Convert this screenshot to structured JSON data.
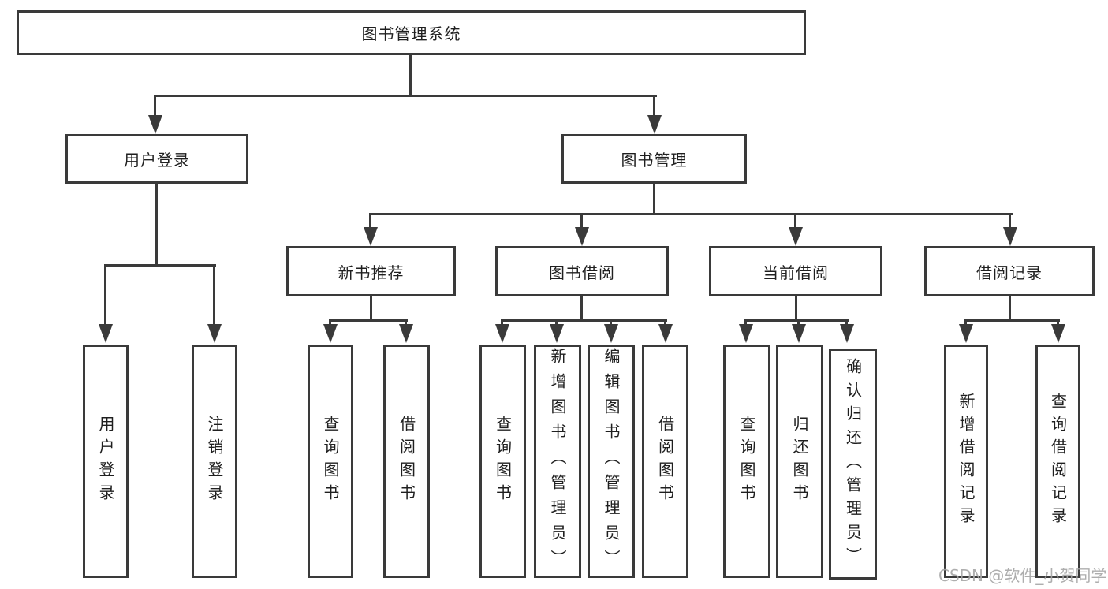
{
  "diagram": {
    "root": {
      "label": "图书管理系统"
    },
    "level2": [
      {
        "label": "用户登录"
      },
      {
        "label": "图书管理"
      }
    ],
    "level3": [
      {
        "label": "新书推荐"
      },
      {
        "label": "图书借阅"
      },
      {
        "label": "当前借阅"
      },
      {
        "label": "借阅记录"
      }
    ],
    "leaves": {
      "user_login": [
        {
          "label": "用户登录"
        },
        {
          "label": "注销登录"
        }
      ],
      "new_book": [
        {
          "label": "查询图书"
        },
        {
          "label": "借阅图书"
        }
      ],
      "book_borrow": [
        {
          "label": "查询图书"
        },
        {
          "label": "新增图书（管理员）"
        },
        {
          "label": "编辑图书（管理员）"
        },
        {
          "label": "借阅图书"
        }
      ],
      "current_borrow": [
        {
          "label": "查询图书"
        },
        {
          "label": "归还图书"
        },
        {
          "label": "确认归还（管理员）"
        }
      ],
      "borrow_records": [
        {
          "label": "新增借阅记录"
        },
        {
          "label": "查询借阅记录"
        }
      ]
    }
  },
  "watermark": {
    "text": "CSDN @软件_小贺同学"
  },
  "colors": {
    "line-color": "#3a3a3a",
    "text-color": "#1f1f1f",
    "watermark-color": "#a6a6a6",
    "background-color": "#ffffff"
  }
}
